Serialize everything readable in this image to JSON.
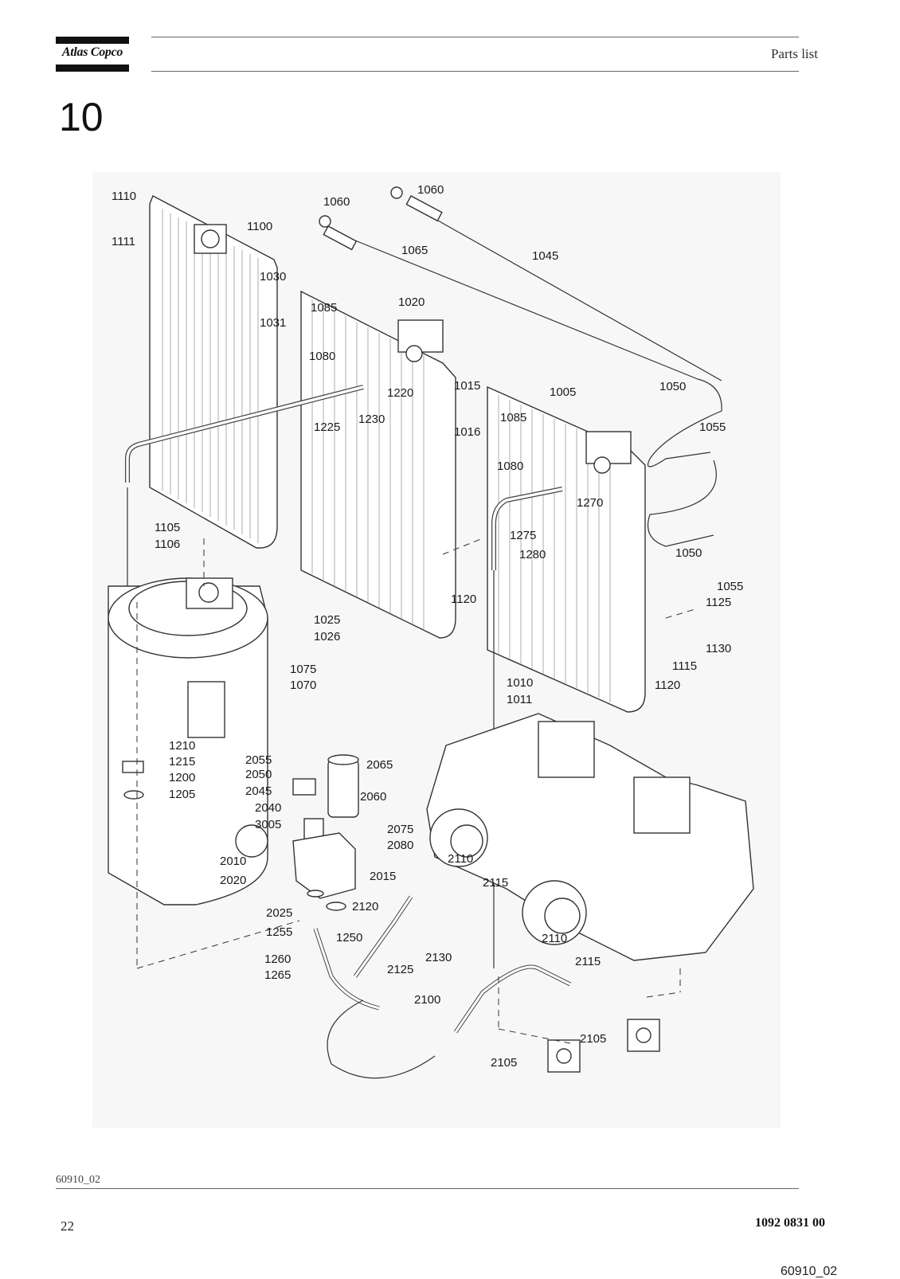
{
  "header": {
    "brand": "Atlas Copco",
    "title": "Parts list"
  },
  "section": {
    "number": "10"
  },
  "drawing": {
    "code": "60910_02",
    "callouts": [
      "1110",
      "1111",
      "1100",
      "1060",
      "1060",
      "1065",
      "1045",
      "1030",
      "1031",
      "1085",
      "1020",
      "1080",
      "1220",
      "1230",
      "1225",
      "1015",
      "1016",
      "1005",
      "1050",
      "1055",
      "1085",
      "1080",
      "1270",
      "1275",
      "1280",
      "1050",
      "1055",
      "1125",
      "1130",
      "1115",
      "1120",
      "1120",
      "1105",
      "1106",
      "1025",
      "1026",
      "1075",
      "1070",
      "1010",
      "1011",
      "1210",
      "1215",
      "1200",
      "1205",
      "2055",
      "2050",
      "2045",
      "2040",
      "3005",
      "2065",
      "2060",
      "2075",
      "2080",
      "2010",
      "2020",
      "2015",
      "2110",
      "2115",
      "2025",
      "2120",
      "1255",
      "1250",
      "1260",
      "1265",
      "2130",
      "2125",
      "2110",
      "2115",
      "2100",
      "2105",
      "2105"
    ],
    "colors": {
      "line": "#333333",
      "background": "#f7f7f7",
      "fill": "#ffffff"
    }
  },
  "footer": {
    "drawing_code": "60910_02",
    "page_number": "22",
    "document_number": "1092 0831 00"
  }
}
